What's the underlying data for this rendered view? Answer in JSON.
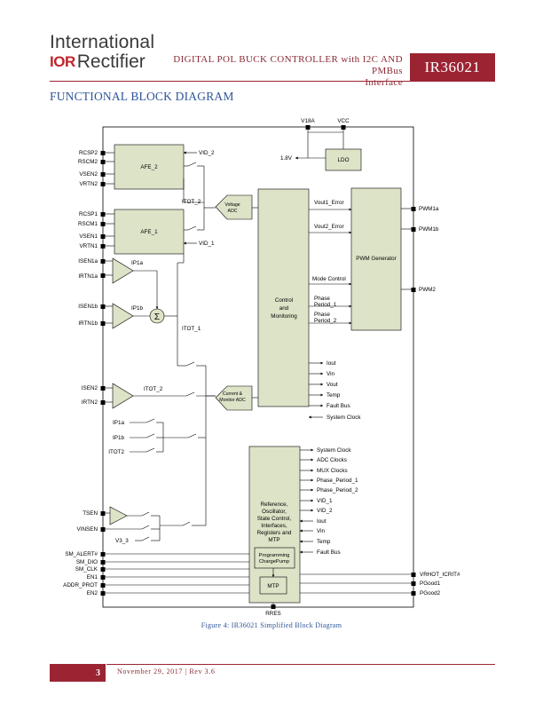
{
  "header": {
    "logo_line1": "International",
    "logo_mark": "IOR",
    "logo_line2": "Rectifier",
    "doc_title_line1": "DIGITAL POL BUCK CONTROLLER with I2C AND PMBus",
    "doc_title_line2": "Interface",
    "part_number": "IR36021"
  },
  "section_title": "FUNCTIONAL BLOCK DIAGRAM",
  "diagram": {
    "top_pins": [
      "V18A",
      "VCC"
    ],
    "ldo_label": "LDO",
    "v18_label": "1.8V",
    "left_pins": [
      "RCSP2",
      "RSCM2",
      "VSEN2",
      "VRTN2",
      "RCSP1",
      "RSCM1",
      "VSEN1",
      "VRTN1",
      "ISEN1a",
      "IRTN1a",
      "ISEN1b",
      "IRTN1b",
      "ISEN2",
      "IRTN2",
      "TSEN",
      "VINSEN"
    ],
    "bus_pins": [
      "SM_ALERT#",
      "SM_DIO",
      "SM_CLK",
      "EN1",
      "ADDR_PROT",
      "EN2"
    ],
    "afe2_label": "AFE_2",
    "afe1_label": "AFE_1",
    "vid2_label": "VID_2",
    "vid1_label": "VID_1",
    "itot2_label": "ITOT_2",
    "itot1_label": "ITOT_1",
    "ip1a_label": "IP1a",
    "ip1b_label": "IP1b",
    "itot2_amp_label": "ITOT_2",
    "sum_symbol": "Σ",
    "mux_labels": [
      "IP1a",
      "IP1b",
      "ITOT2"
    ],
    "v33_label": "V3_3",
    "voltage_adc": [
      "Voltage",
      "ADC"
    ],
    "current_adc": [
      "Current &",
      "Monitor ADC"
    ],
    "control_label": [
      "Control",
      "and",
      "Monitoring"
    ],
    "ctrl_inputs": [
      "Vout1_Error",
      "Vout2_Error",
      "Mode Control",
      "Phase",
      "Period_1",
      "Phase",
      "Period_2"
    ],
    "pwm_label": "PWM Generator",
    "pwm_outputs": [
      "PWM1a",
      "PWM1b",
      "PWM2"
    ],
    "ctrl_outputs": [
      "Iout",
      "Vin",
      "Vout",
      "Temp",
      "Fault Bus",
      "System Clock"
    ],
    "ref_label": [
      "Reference,",
      "Oscillator,",
      "State Control,",
      "Interfaces,",
      "Registers and",
      "MTP"
    ],
    "ref_outputs": [
      "System Clock",
      "ADC Clocks",
      "MUX Clocks",
      "Phase_Period_1",
      "Phase_Period_2",
      "VID_1",
      "VID_2"
    ],
    "ref_inputs": [
      "Iout",
      "Vin",
      "Temp",
      "Fault Bus"
    ],
    "prog_label": [
      "Programming",
      "ChargePump"
    ],
    "mtp_label": "MTP",
    "right_pins": [
      "VRHOT_ICRIT#",
      "PGood1",
      "PGood2"
    ],
    "rres_label": "RRES"
  },
  "caption": "Figure 4: IR36021 Simplified Block Diagram",
  "footer": {
    "page_number": "3",
    "date_rev": "November 29, 2017 | Rev 3.6"
  },
  "colors": {
    "brand_red": "#9b2433",
    "title_blue": "#2e5597",
    "block_fill": "#dde3c7"
  }
}
